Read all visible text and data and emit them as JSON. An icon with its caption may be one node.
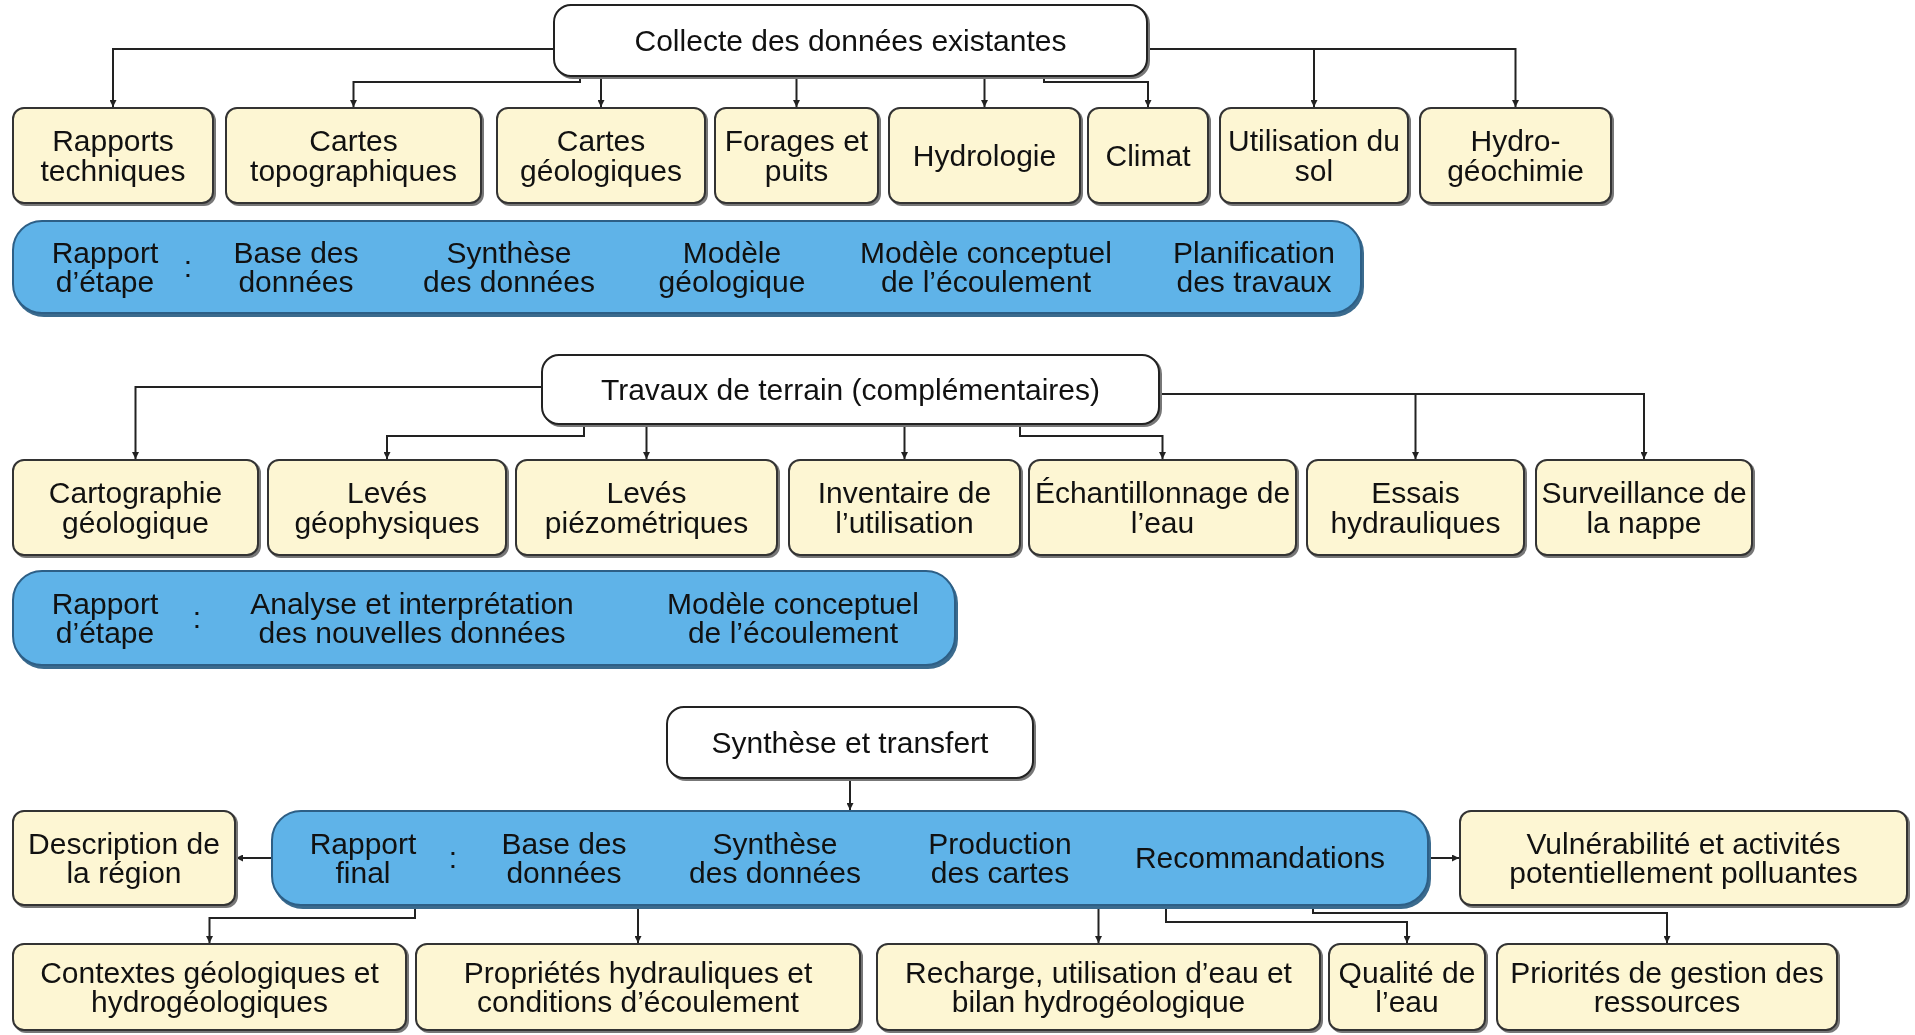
{
  "diagram": {
    "nodes": [
      {
        "text": [
          "Collecte des données existantes"
        ]
      },
      {
        "text": [
          "Rapports techniques"
        ]
      },
      {
        "text": [
          "Cartes topographiques"
        ]
      },
      {
        "text": [
          "Cartes géologiques"
        ]
      },
      {
        "text": [
          "Forages et puits"
        ]
      },
      {
        "text": [
          "Hydrologie"
        ]
      },
      {
        "text": [
          "Climat"
        ]
      },
      {
        "text": [
          "Utilisation du sol"
        ]
      },
      {
        "text": [
          "Hydro-géochimie"
        ]
      },
      {
        "text": [
          "Rapport d’étape",
          ":",
          "Base des données",
          "Synthèse des données",
          "Modèle géologique",
          "Modèle conceptuel de l’écoulement",
          "Planification des travaux"
        ]
      },
      {
        "text": [
          "Travaux de terrain (complémentaires)"
        ]
      },
      {
        "text": [
          "Cartographie géologique"
        ]
      },
      {
        "text": [
          "Levés géophysiques"
        ]
      },
      {
        "text": [
          "Levés piézométriques"
        ]
      },
      {
        "text": [
          "Inventaire de l’utilisation"
        ]
      },
      {
        "text": [
          "Échantillonnage de l’eau"
        ]
      },
      {
        "text": [
          "Essais hydrauliques"
        ]
      },
      {
        "text": [
          "Surveillance de la nappe"
        ]
      },
      {
        "text": [
          "Rapport d’étape",
          ":",
          "Analyse et interprétation des nouvelles données",
          "Modèle conceptuel de l’écoulement"
        ]
      },
      {
        "text": [
          "Synthèse et transfert"
        ]
      },
      {
        "text": [
          "Description de la région"
        ]
      },
      {
        "text": [
          "Rapport final",
          ":",
          "Base des données",
          "Synthèse des données",
          "Production des cartes",
          "Recommandations"
        ]
      },
      {
        "text": [
          "Vulnérabilité et activités potentiellement polluantes"
        ]
      },
      {
        "text": [
          "Contextes géologiques et hydrogéologiques"
        ]
      },
      {
        "text": [
          "Propriétés hydrauliques et conditions d’écoulement"
        ]
      },
      {
        "text": [
          "Recharge, utilisation d’eau et bilan hydrogéologique"
        ]
      },
      {
        "text": [
          "Qualité de l’eau"
        ]
      },
      {
        "text": [
          "Priorités de gestion des ressources"
        ]
      }
    ],
    "edges": [
      {
        "from": 0,
        "to": 1,
        "arrow": "to"
      },
      {
        "from": 0,
        "to": 2,
        "arrow": "to"
      },
      {
        "from": 0,
        "to": 3,
        "arrow": "to"
      },
      {
        "from": 0,
        "to": 4,
        "arrow": "to"
      },
      {
        "from": 0,
        "to": 5,
        "arrow": "to"
      },
      {
        "from": 0,
        "to": 6,
        "arrow": "to"
      },
      {
        "from": 0,
        "to": 7,
        "arrow": "to"
      },
      {
        "from": 0,
        "to": 8,
        "arrow": "to"
      },
      {
        "from": 10,
        "to": 11,
        "arrow": "to"
      },
      {
        "from": 10,
        "to": 12,
        "arrow": "to"
      },
      {
        "from": 10,
        "to": 13,
        "arrow": "to"
      },
      {
        "from": 10,
        "to": 14,
        "arrow": "to"
      },
      {
        "from": 10,
        "to": 15,
        "arrow": "to"
      },
      {
        "from": 10,
        "to": 16,
        "arrow": "to"
      },
      {
        "from": 10,
        "to": 17,
        "arrow": "to"
      },
      {
        "from": 19,
        "to": 21,
        "arrow": "to"
      },
      {
        "from": 21,
        "to": 20,
        "arrow": "to"
      },
      {
        "from": 21,
        "to": 22,
        "arrow": "to"
      },
      {
        "from": 21,
        "to": 23,
        "arrow": "to"
      },
      {
        "from": 21,
        "to": 24,
        "arrow": "to"
      },
      {
        "from": 21,
        "to": 25,
        "arrow": "to"
      },
      {
        "from": 21,
        "to": 26,
        "arrow": "to"
      },
      {
        "from": 21,
        "to": 27,
        "arrow": "to"
      }
    ]
  }
}
